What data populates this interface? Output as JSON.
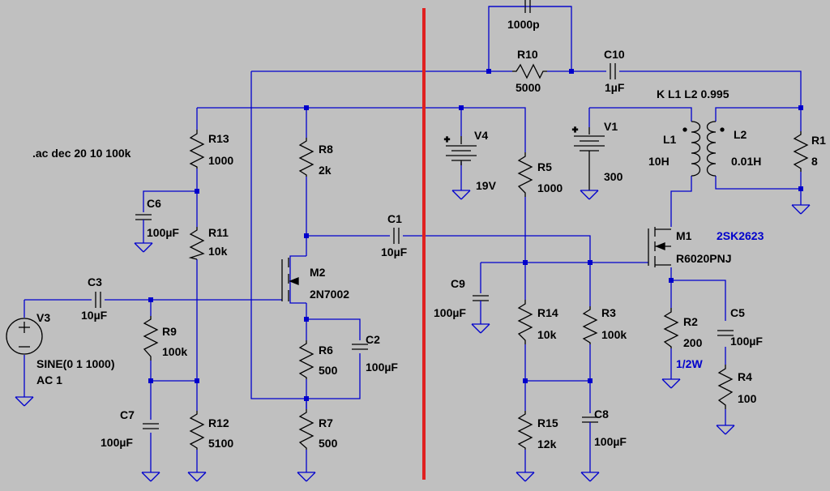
{
  "directive": ".ac dec 20 10 100k",
  "coupling": "K L1 L2 0.995",
  "components": {
    "r1": {
      "name": "R1",
      "value": "8"
    },
    "r2": {
      "name": "R2",
      "value": "200",
      "note": "1/2W"
    },
    "r3": {
      "name": "R3",
      "value": "100k"
    },
    "r4": {
      "name": "R4",
      "value": "100"
    },
    "r5": {
      "name": "R5",
      "value": "1000"
    },
    "r6": {
      "name": "R6",
      "value": "500"
    },
    "r7": {
      "name": "R7",
      "value": "500"
    },
    "r8": {
      "name": "R8",
      "value": "2k"
    },
    "r9": {
      "name": "R9",
      "value": "100k"
    },
    "r10": {
      "name": "R10",
      "value": "5000"
    },
    "r11": {
      "name": "R11",
      "value": "10k"
    },
    "r12": {
      "name": "R12",
      "value": "5100"
    },
    "r13": {
      "name": "R13",
      "value": "1000"
    },
    "r14": {
      "name": "R14",
      "value": "10k"
    },
    "r15": {
      "name": "R15",
      "value": "12k"
    },
    "c1": {
      "name": "C1",
      "value": "10µF"
    },
    "c2": {
      "name": "C2",
      "value": "100µF"
    },
    "c3": {
      "name": "C3",
      "value": "10µF"
    },
    "c5": {
      "name": "C5",
      "value": "100µF"
    },
    "c6": {
      "name": "C6",
      "value": "100µF"
    },
    "c7": {
      "name": "C7",
      "value": "100µF"
    },
    "c8": {
      "name": "C8",
      "value": "100µF"
    },
    "c9": {
      "name": "C9",
      "value": "100µF"
    },
    "c10": {
      "name": "C10",
      "value": "1µF"
    },
    "cfb": {
      "value": "1000p"
    },
    "l1": {
      "name": "L1",
      "value": "10H"
    },
    "l2": {
      "name": "L2",
      "value": "0.01H"
    },
    "m1": {
      "name": "M1",
      "model": "R6020PNJ",
      "part": "2SK2623"
    },
    "m2": {
      "name": "M2",
      "model": "2N7002"
    },
    "v1": {
      "name": "V1",
      "value": "300"
    },
    "v3": {
      "name": "V3",
      "value": "SINE(0 1 1000)",
      "ac": "AC 1"
    },
    "v4": {
      "name": "V4",
      "value": "19V"
    }
  },
  "colors": {
    "background": "#c0c0c0",
    "wire": "#0000cc",
    "component": "#000000",
    "separator": "#e02020",
    "annotation": "#0000cc"
  }
}
